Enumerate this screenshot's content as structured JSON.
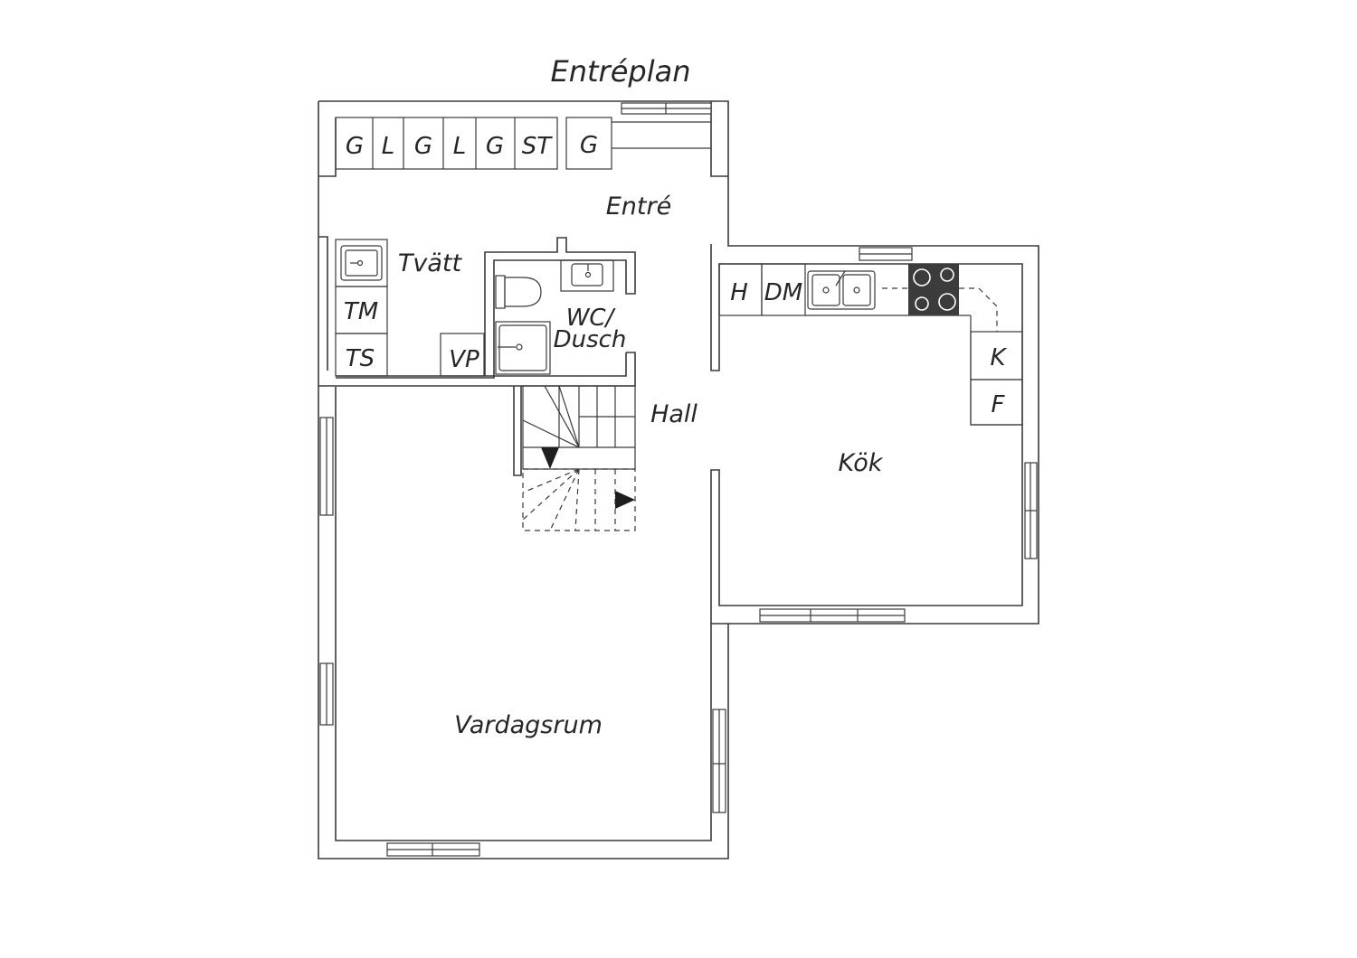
{
  "title": "Entréplan",
  "rooms": {
    "entre": "Entré",
    "tvatt": "Tvätt",
    "wc_line1": "WC/",
    "wc_line2": "Dusch",
    "hall": "Hall",
    "kok": "Kök",
    "vardagsrum": "Vardagsrum"
  },
  "fixtures": {
    "wardrobes": [
      "G",
      "L",
      "G",
      "L",
      "G",
      "ST",
      "G"
    ],
    "tm": "TM",
    "ts": "TS",
    "vp": "VP",
    "h": "H",
    "dm": "DM",
    "k": "K",
    "f": "F"
  },
  "colors": {
    "line": "#3a3a3a",
    "stove": "#3c3c3c"
  }
}
